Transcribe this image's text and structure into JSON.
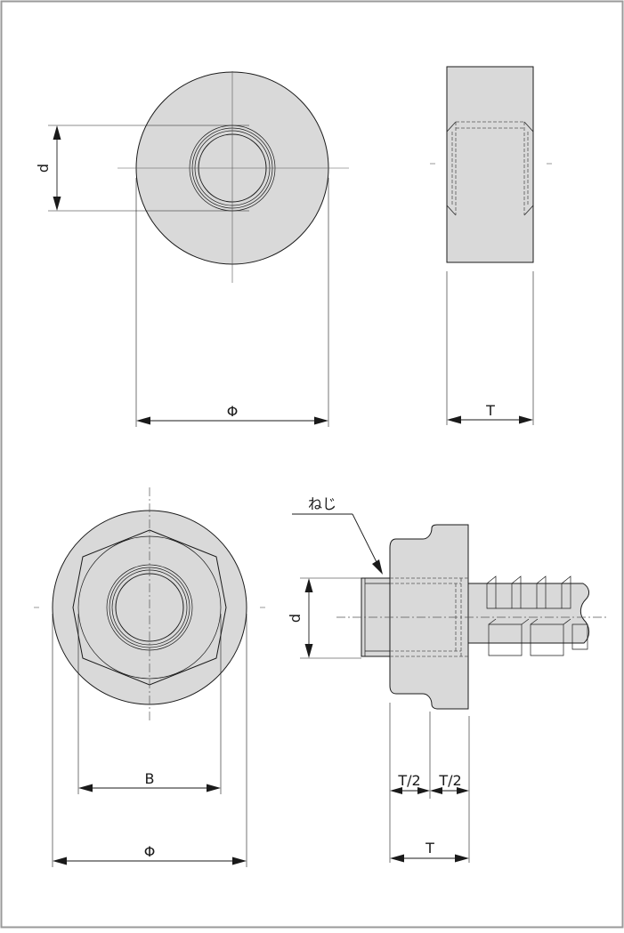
{
  "labels": {
    "top_front_d": "d",
    "top_front_phi": "Φ",
    "top_side_t": "T",
    "bottom_front_b": "B",
    "bottom_front_phi": "Φ",
    "bottom_side_screw": "ねじ",
    "bottom_side_d": "d",
    "bottom_side_half_left": "T/2",
    "bottom_side_half_right": "T/2",
    "bottom_side_t": "T"
  },
  "colors": {
    "part_fill": "#d9d9d9",
    "line": "#1a1a1a",
    "frame": "#9a9a9a"
  }
}
